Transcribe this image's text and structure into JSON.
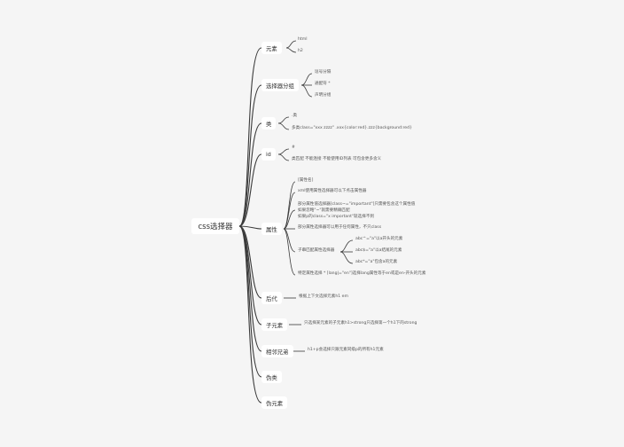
{
  "root": {
    "label": "css选择器"
  },
  "branches": {
    "element": {
      "label": "元素",
      "items": [
        "html",
        "h2"
      ]
    },
    "selector_group": {
      "label": "选择器分组",
      "items": [
        "逗号分隔",
        "通配符 *",
        "声明分组"
      ]
    },
    "class": {
      "label": "类",
      "items": [
        ".类",
        "多类class=\"xxx zzzz\" .xxx{color:red}.zzz{background:red}"
      ]
    },
    "id": {
      "label": "id",
      "items": [
        "#",
        "类匹配 不能连接 不能使用ID列表 可包含更多含义"
      ]
    },
    "attribute": {
      "label": "属性",
      "items": [
        "[属性名]",
        "xml使用属性选择器可以下点击属性器",
        "部分属性值选择器[class~=\"important\"]只需要包含这个属性值",
        "如果忽略\"~\"就需要精确匹配",
        "如果p的class=\"x important\"就选择不到",
        "部分属性选择器可以用于任何属性，不只class",
        "子串匹配属性选择器",
        "特定属性选择 * [lang|=\"en\"]选择lang属性等于en或是en-开头的元素"
      ],
      "substring_items": [
        "abc^=\"a\"以a开头的元素",
        "abc$=\"a\"以a结尾的元素",
        "abc*=\"a\"包含a的元素"
      ]
    },
    "descendant": {
      "label": "后代",
      "items": [
        "根据上下文选择元素h1 em"
      ]
    },
    "child": {
      "label": "子元素",
      "items": [
        "只选择某元素的子元素h1>strong只选择第一个h1下的strong"
      ]
    },
    "sibling": {
      "label": "相邻兄弟",
      "items": [
        "h1+p会选择只跟元素同级p的所有h1元素"
      ]
    },
    "pseudo_class": {
      "label": "伪类"
    },
    "pseudo_element": {
      "label": "伪元素"
    }
  },
  "colors": {
    "link": "#3a3a3a",
    "node_bg": "#ffffff",
    "background": "#f5f5f5"
  }
}
